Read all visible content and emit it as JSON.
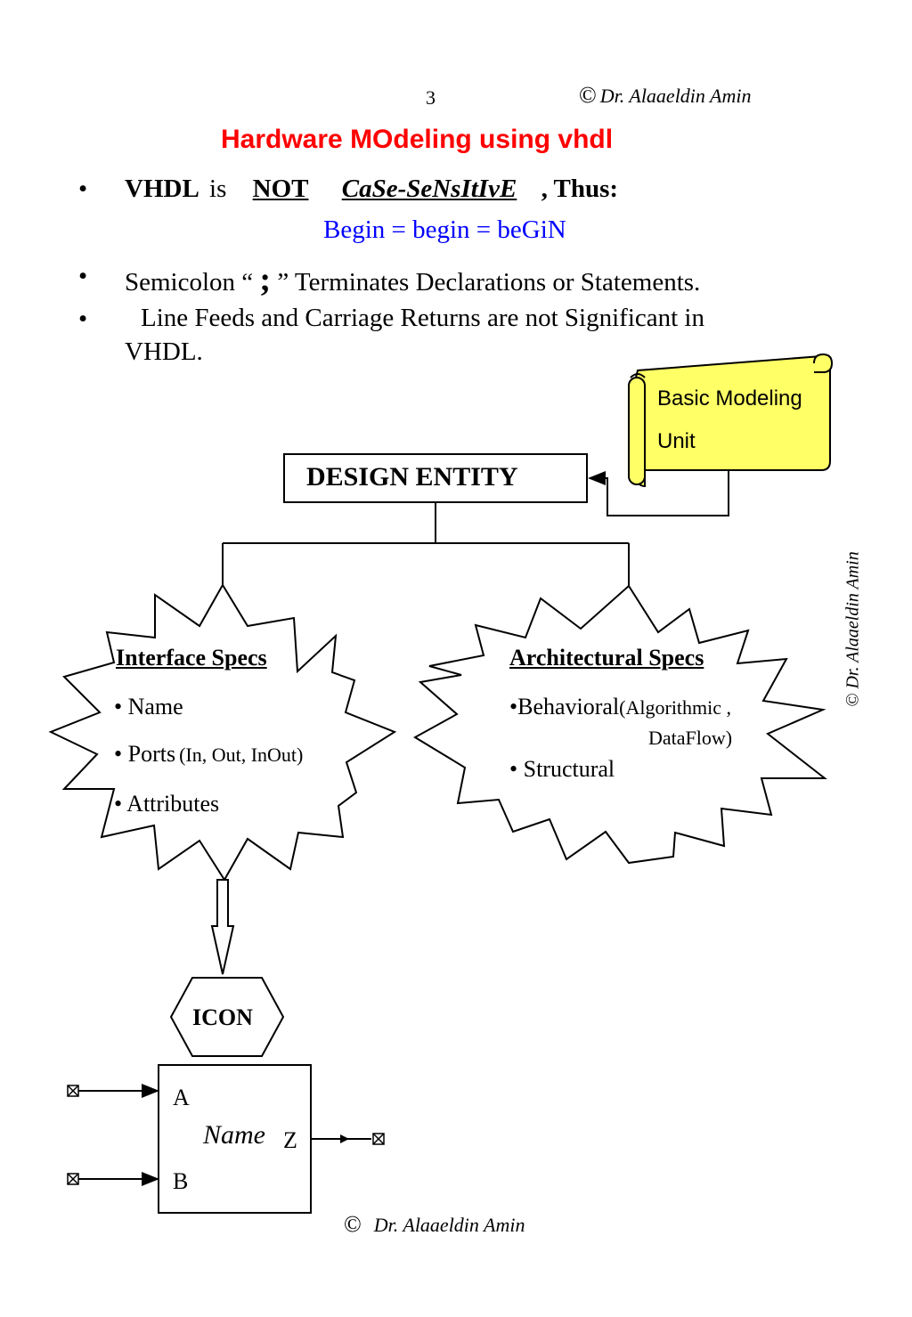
{
  "header": {
    "page_number": "3",
    "copyright_symbol": "©",
    "author": "Dr. Alaaeldin  Amin"
  },
  "title": "Hardware  MOdeling  using  vhdl",
  "bullets": {
    "b1": {
      "marker": "•",
      "vhdl": "VHDL",
      "is": "is",
      "not": "NOT",
      "case_sensitive": "CaSe-SeNsItIvE",
      "thus": ", Thus:",
      "example": "Begin = begin = beGiN"
    },
    "b2": {
      "marker": "•",
      "before": "Semicolon “",
      "semicolon": ";",
      "after": "”  Terminates Declarations or Statements."
    },
    "b3": {
      "marker": "•",
      "line1": "Line Feeds and Carriage Returns are not Significant in",
      "line2": "VHDL."
    }
  },
  "diagram": {
    "scroll_note_line1": "Basic Modeling",
    "scroll_note_line2": "Unit",
    "entity_box": "DESIGN   ENTITY",
    "interface": {
      "heading": "Interface Specs",
      "item1": "• Name",
      "item2_main": "• Ports",
      "item2_detail": "(In, Out, InOut)",
      "item3": "• Attributes"
    },
    "architecture": {
      "heading": "Architectural Specs",
      "item1_main": "•Behavioral",
      "item1_detail": "(Algorithmic ,",
      "item1_detail2": "DataFlow)",
      "item2": "• Structural"
    },
    "icon_label": "ICON",
    "block": {
      "input_a": "A",
      "input_b": "B",
      "output_z": "Z",
      "name": "Name"
    },
    "side_watermark": "© Dr. Alaaeldin  Amin"
  },
  "footer": {
    "copyright_symbol": "©",
    "author": "Dr. Alaaeldin  Amin"
  },
  "colors": {
    "title": "#ff0000",
    "example": "#0000ff",
    "scroll_fill": "#ffff66"
  }
}
